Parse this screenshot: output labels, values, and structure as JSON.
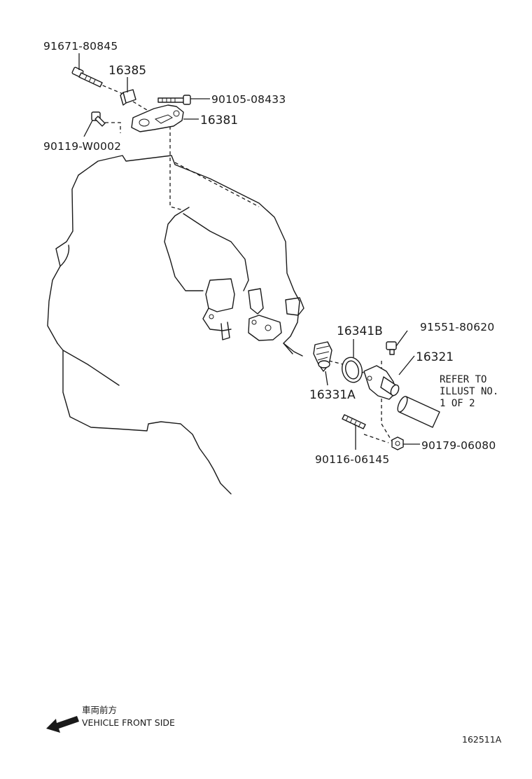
{
  "parts": {
    "p91671": "91671-80845",
    "p16385": "16385",
    "p90105": "90105-08433",
    "p16381": "16381",
    "p90119": "90119-W0002",
    "p16341B": "16341B",
    "p91551": "91551-80620",
    "p16321": "16321",
    "p16331A": "16331A",
    "p90116": "90116-06145",
    "p90179": "90179-06080"
  },
  "refer_note": {
    "line1": "REFER TO",
    "line2": "ILLUST NO.",
    "line3": "1 OF 2"
  },
  "front_indicator": {
    "japanese": "車両前方",
    "english": "VEHICLE FRONT SIDE",
    "icon": "front-arrow-icon"
  },
  "illustration_code": "162511A"
}
